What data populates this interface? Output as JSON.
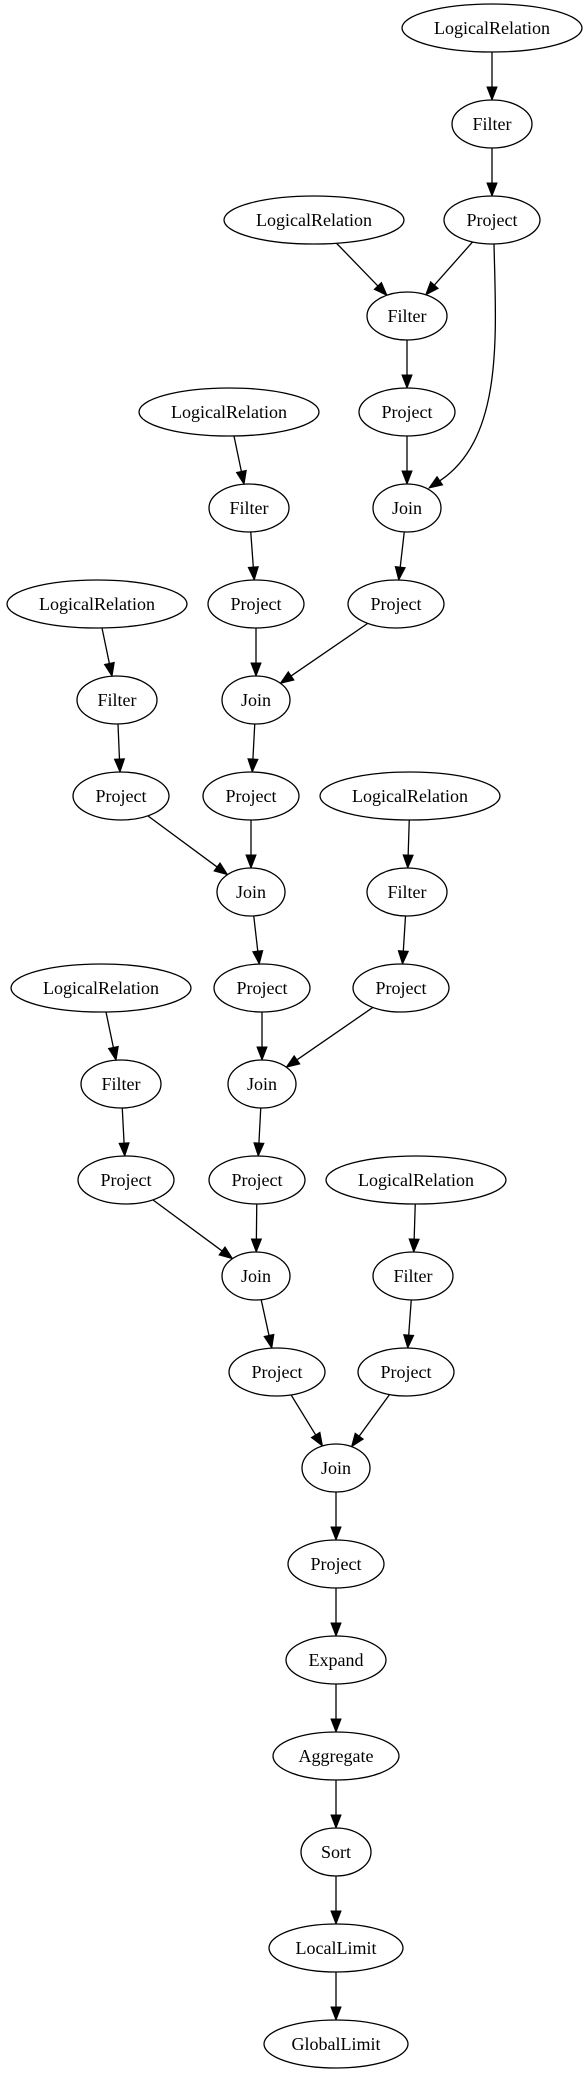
{
  "diagram": {
    "nodes": [
      {
        "id": "n1",
        "label": "LogicalRelation"
      },
      {
        "id": "n2",
        "label": "Filter"
      },
      {
        "id": "n3",
        "label": "Project"
      },
      {
        "id": "n4",
        "label": "LogicalRelation"
      },
      {
        "id": "n5",
        "label": "Filter"
      },
      {
        "id": "n6",
        "label": "Project"
      },
      {
        "id": "n7",
        "label": "Join"
      },
      {
        "id": "n8",
        "label": "LogicalRelation"
      },
      {
        "id": "n9",
        "label": "Filter"
      },
      {
        "id": "n10",
        "label": "Project"
      },
      {
        "id": "n11",
        "label": "Project"
      },
      {
        "id": "n12",
        "label": "Join"
      },
      {
        "id": "n13",
        "label": "LogicalRelation"
      },
      {
        "id": "n14",
        "label": "Filter"
      },
      {
        "id": "n15",
        "label": "Project"
      },
      {
        "id": "n16",
        "label": "Project"
      },
      {
        "id": "n17",
        "label": "Join"
      },
      {
        "id": "n18",
        "label": "LogicalRelation"
      },
      {
        "id": "n19",
        "label": "Filter"
      },
      {
        "id": "n20",
        "label": "Project"
      },
      {
        "id": "n21",
        "label": "Project"
      },
      {
        "id": "n22",
        "label": "Join"
      },
      {
        "id": "n23",
        "label": "LogicalRelation"
      },
      {
        "id": "n24",
        "label": "Filter"
      },
      {
        "id": "n25",
        "label": "Project"
      },
      {
        "id": "n26",
        "label": "Project"
      },
      {
        "id": "n27",
        "label": "Join"
      },
      {
        "id": "n28",
        "label": "LogicalRelation"
      },
      {
        "id": "n29",
        "label": "Filter"
      },
      {
        "id": "n30",
        "label": "Project"
      },
      {
        "id": "n31",
        "label": "Project"
      },
      {
        "id": "n32",
        "label": "Join"
      },
      {
        "id": "n33",
        "label": "Project"
      },
      {
        "id": "n34",
        "label": "Expand"
      },
      {
        "id": "n35",
        "label": "Aggregate"
      },
      {
        "id": "n36",
        "label": "Sort"
      },
      {
        "id": "n37",
        "label": "LocalLimit"
      },
      {
        "id": "n38",
        "label": "GlobalLimit"
      }
    ],
    "edges": [
      {
        "from": "n1",
        "to": "n2"
      },
      {
        "from": "n2",
        "to": "n3"
      },
      {
        "from": "n4",
        "to": "n5"
      },
      {
        "from": "n3",
        "to": "n5"
      },
      {
        "from": "n5",
        "to": "n6"
      },
      {
        "from": "n6",
        "to": "n7"
      },
      {
        "from": "n3",
        "to": "n7"
      },
      {
        "from": "n8",
        "to": "n9"
      },
      {
        "from": "n9",
        "to": "n10"
      },
      {
        "from": "n7",
        "to": "n11"
      },
      {
        "from": "n10",
        "to": "n12"
      },
      {
        "from": "n11",
        "to": "n12"
      },
      {
        "from": "n13",
        "to": "n14"
      },
      {
        "from": "n14",
        "to": "n15"
      },
      {
        "from": "n12",
        "to": "n16"
      },
      {
        "from": "n15",
        "to": "n17"
      },
      {
        "from": "n16",
        "to": "n17"
      },
      {
        "from": "n18",
        "to": "n19"
      },
      {
        "from": "n19",
        "to": "n20"
      },
      {
        "from": "n17",
        "to": "n21"
      },
      {
        "from": "n21",
        "to": "n22"
      },
      {
        "from": "n20",
        "to": "n22"
      },
      {
        "from": "n23",
        "to": "n24"
      },
      {
        "from": "n24",
        "to": "n25"
      },
      {
        "from": "n22",
        "to": "n26"
      },
      {
        "from": "n25",
        "to": "n27"
      },
      {
        "from": "n26",
        "to": "n27"
      },
      {
        "from": "n28",
        "to": "n29"
      },
      {
        "from": "n29",
        "to": "n30"
      },
      {
        "from": "n27",
        "to": "n31"
      },
      {
        "from": "n31",
        "to": "n32"
      },
      {
        "from": "n30",
        "to": "n32"
      },
      {
        "from": "n32",
        "to": "n33"
      },
      {
        "from": "n33",
        "to": "n34"
      },
      {
        "from": "n34",
        "to": "n35"
      },
      {
        "from": "n35",
        "to": "n36"
      },
      {
        "from": "n36",
        "to": "n37"
      },
      {
        "from": "n37",
        "to": "n38"
      }
    ]
  }
}
